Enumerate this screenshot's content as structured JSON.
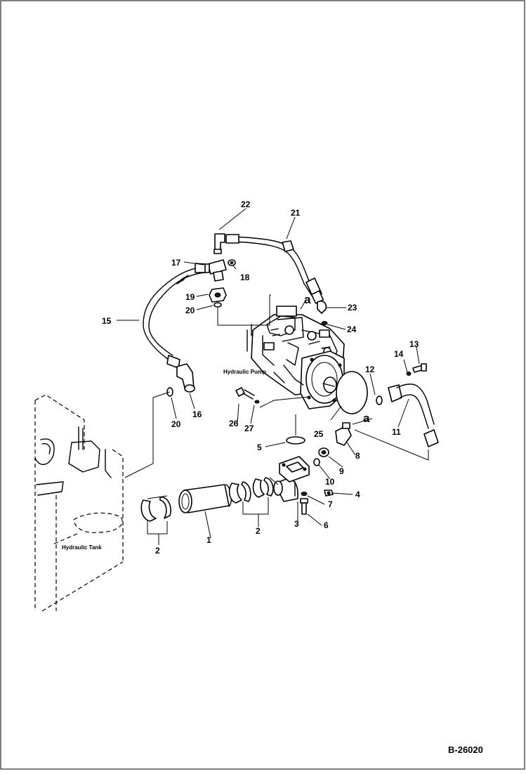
{
  "drawing_code": "B-26020",
  "labels": {
    "hydraulic_pump": "Hydraulic Pump",
    "hydraulic_tank": "Hydraulic Tank"
  },
  "refs": {
    "a_upper": "a",
    "a_lower": "a"
  },
  "callouts": {
    "c1": "1",
    "c2a": "2",
    "c2b": "2",
    "c3": "3",
    "c4": "4",
    "c5": "5",
    "c6": "6",
    "c7": "7",
    "c8": "8",
    "c9": "9",
    "c10": "10",
    "c11": "11",
    "c12": "12",
    "c13": "13",
    "c14": "14",
    "c15": "15",
    "c16": "16",
    "c17": "17",
    "c18": "18",
    "c19": "19",
    "c20a": "20",
    "c20b": "20",
    "c21": "21",
    "c22": "22",
    "c23": "23",
    "c24": "24",
    "c25": "25",
    "c26": "26",
    "c27": "27"
  }
}
